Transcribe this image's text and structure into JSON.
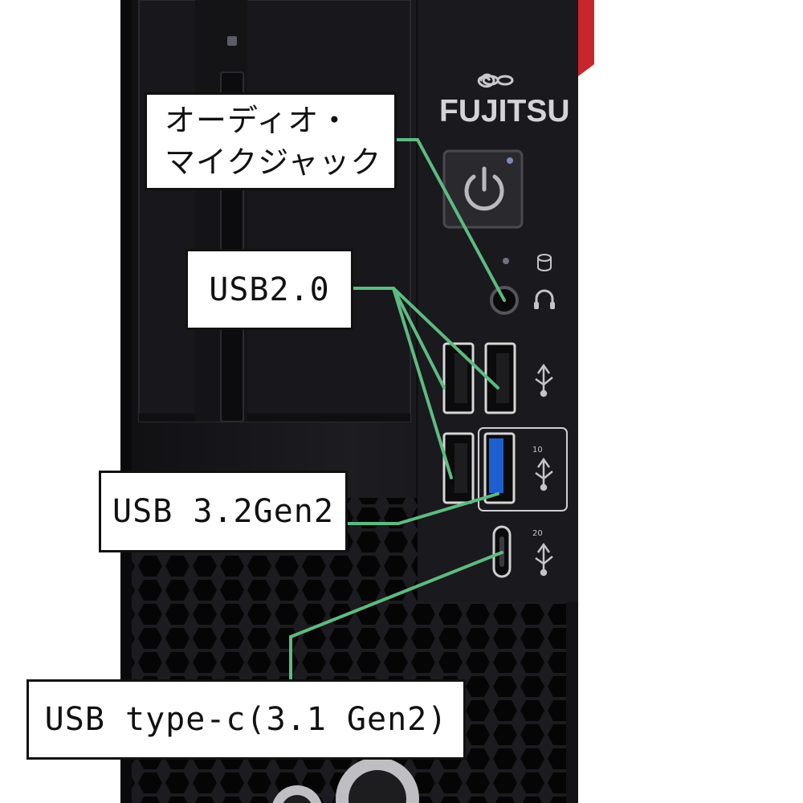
{
  "brand": {
    "name": "FUJITSU",
    "logo": "infinity-logo"
  },
  "port_markings": {
    "usb10": "10",
    "usb20": "20"
  },
  "callouts": {
    "audio": {
      "line1": "オーディオ・",
      "line2": "マイクジャック"
    },
    "usb2": "USB2.0",
    "usb32": "USB 3.2Gen2",
    "usbc": "USB type-c(3.1 Gen2)"
  },
  "colors": {
    "chassis": "#17161a",
    "accent_red": "#c8262c",
    "leader_line": "#5dbb82",
    "usb3_blue": "#1e5fd0",
    "label_border": "#111111"
  },
  "icons": [
    "power-icon",
    "hdd-icon",
    "headphone-icon",
    "usb-icon"
  ]
}
